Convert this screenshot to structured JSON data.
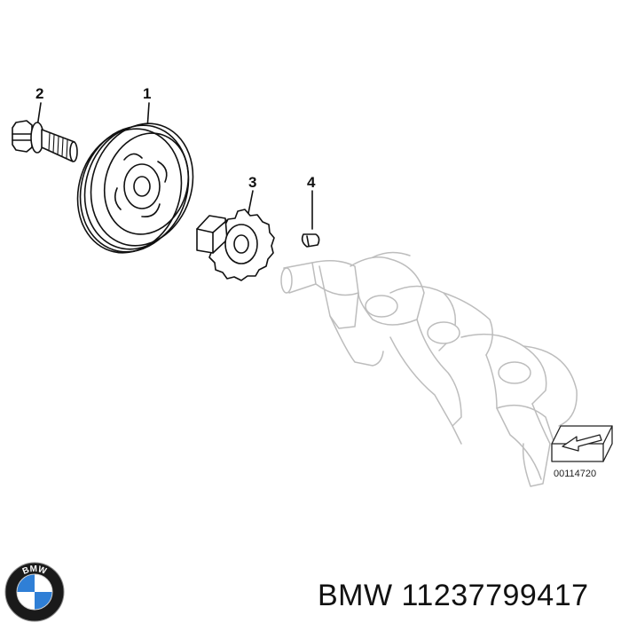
{
  "callouts": [
    "1",
    "2",
    "3",
    "4"
  ],
  "diagram_ref": "00114720",
  "footer": {
    "brand": "BMW",
    "part_number": "11237799417"
  },
  "logo": {
    "lettering": "BMW",
    "colors": {
      "blue": "#2f7fd6",
      "white": "#ffffff",
      "ring": "#1a1a1a"
    }
  }
}
